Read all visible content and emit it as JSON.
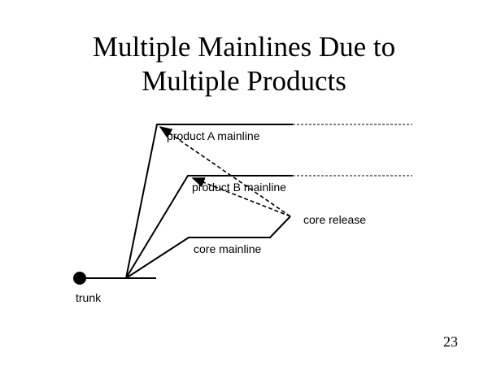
{
  "title": {
    "line1": "Multiple Mainlines Due to",
    "line2": "Multiple Products"
  },
  "diagram": {
    "labels": {
      "product_a": "product A mainline",
      "product_b": "product B mainline",
      "core_release": "core release",
      "core_mainline": "core mainline",
      "trunk": "trunk"
    }
  },
  "page_number": "23"
}
